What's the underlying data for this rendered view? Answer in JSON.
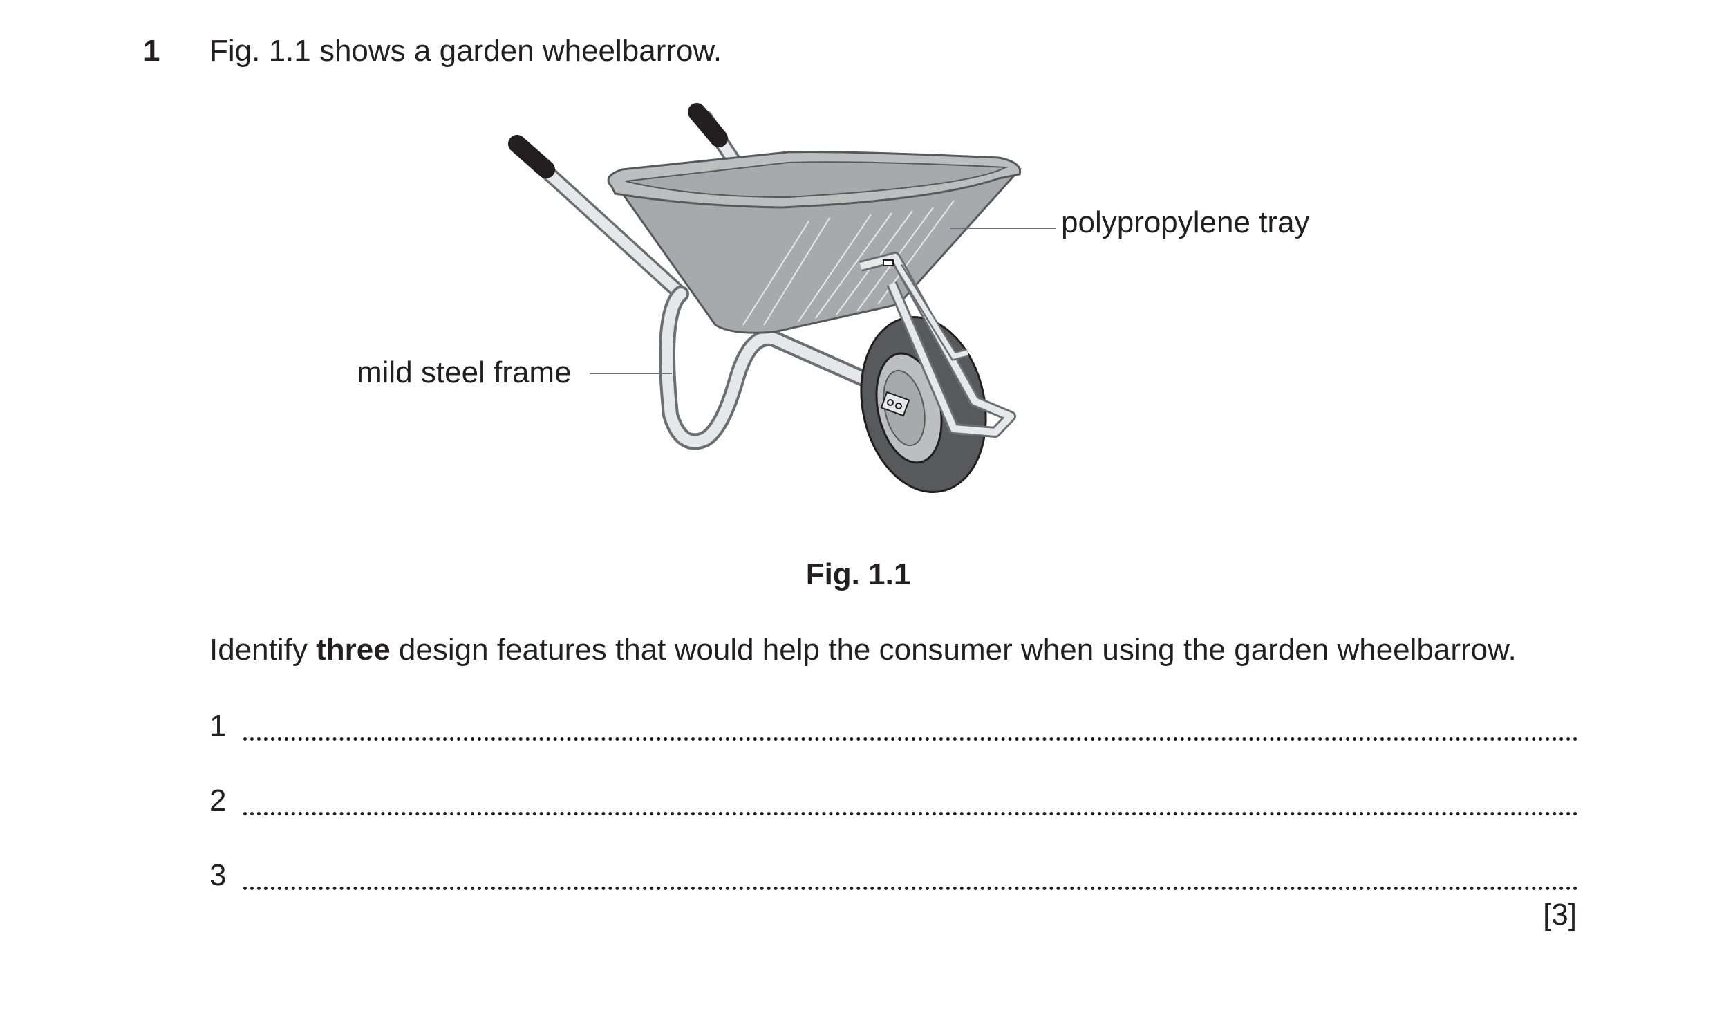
{
  "question": {
    "number": "1",
    "intro": "Fig. 1.1 shows a garden wheelbarrow."
  },
  "figure": {
    "labels": {
      "tray": "polypropylene tray",
      "frame": "mild steel frame"
    },
    "caption": "Fig. 1.1"
  },
  "instruction": {
    "before": "Identify ",
    "bold": "three",
    "after": " design features that would help the consumer when using the garden wheelbarrow."
  },
  "answers": [
    {
      "number": "1"
    },
    {
      "number": "2"
    },
    {
      "number": "3"
    }
  ],
  "marks": "[3]",
  "colors": {
    "text": "#231f20",
    "tray": "#a7a9ac",
    "tyre": "#58595b",
    "frame": "#e6e7e8"
  }
}
